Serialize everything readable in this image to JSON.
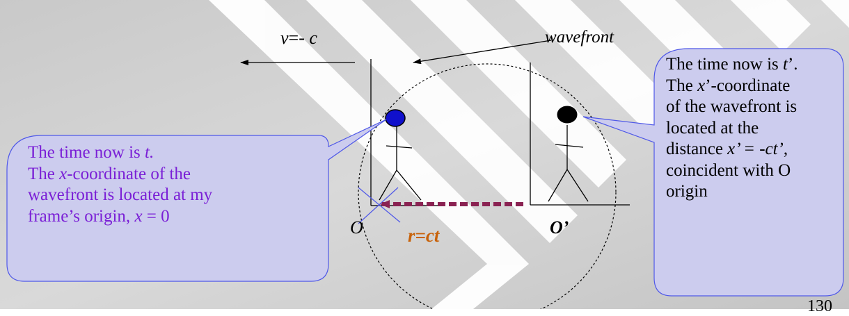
{
  "labels": {
    "velocity_v": "v",
    "velocity_rest": "=- ",
    "velocity_c": "c",
    "wavefront": "wavefront",
    "origin_O": "O",
    "origin_O_prime": "O’",
    "radius": "r=ct",
    "page_number": "130"
  },
  "left_callout": {
    "l1_a": "The time now is ",
    "l1_t": "t.",
    "l2_a": "The ",
    "l2_x": "x",
    "l2_b": "-coordinate of the",
    "l3": "wavefront is located at my",
    "l4_a": "frame’s origin, ",
    "l4_x": "x",
    "l4_b": " = 0"
  },
  "right_callout": {
    "l1_a": "The time now is ",
    "l1_t": "t",
    "l1_b": "’.",
    "l2_a": "The ",
    "l2_x": "x",
    "l2_b": "’-coordinate",
    "l3": "of the wavefront is",
    "l4": "located at the",
    "l5_a": "distance ",
    "l5_x": "x’ = -ct’",
    "l5_b": ",",
    "l6": "coincident with O",
    "l7": "origin"
  },
  "colors": {
    "left_text": "#7a1fd6",
    "right_text": "#000000",
    "radius_label": "#c8620a",
    "dashed_arrow": "#8a2252",
    "callout_border": "#4f58e8",
    "observer_O_head": "#1010cc"
  }
}
